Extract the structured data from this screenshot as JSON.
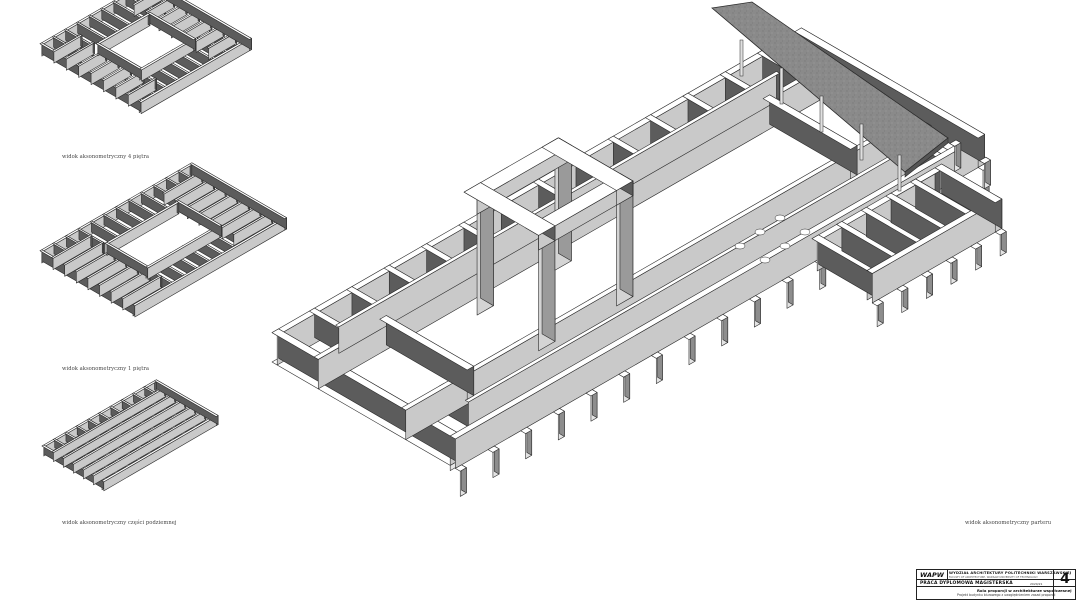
{
  "captions": {
    "floor4": "widok aksonometryczny 4 piętra",
    "floor1": "widok aksonometryczny 1 piętra",
    "basement": "widok aksonometryczny części podziemnej",
    "ground": "widok aksonometryczny parteru"
  },
  "title_block": {
    "logo": "WAPW",
    "faculty": "WYDZIAŁ ARCHITEKTURY POLITECHNIKI WARSZAWSKIEJ",
    "faculty_en": "FACULTY OF ARCHITECTURE, WARSAW UNIVERSITY OF TECHNOLOGY",
    "thesis_type": "PRACA DYPLOMOWA MAGISTERSKA",
    "year": "2020/21",
    "sheet_number": "4",
    "title": "Rola proporcji w architekturze współczesnej",
    "subtitle": "Projekt budynku biurowego z uwzględnieniem zasad proporcji"
  }
}
